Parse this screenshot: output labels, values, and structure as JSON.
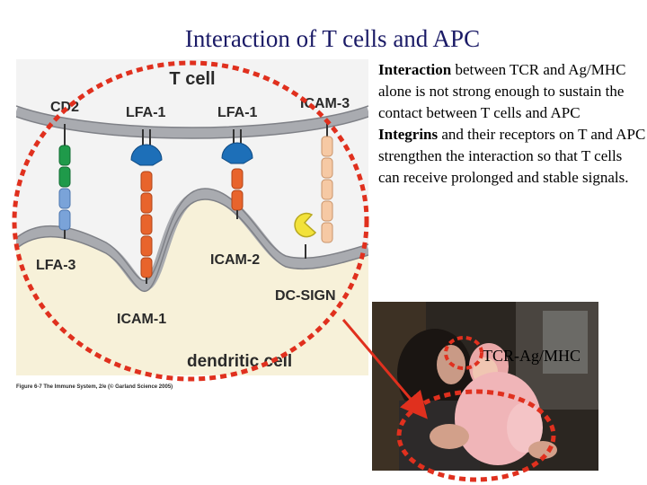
{
  "slide": {
    "title": "Interaction of T cells and APC"
  },
  "figure": {
    "t_cell_label": "T cell",
    "dendritic_label": "dendritic cell",
    "molecules": {
      "cd2": "CD2",
      "lfa1_a": "LFA-1",
      "lfa1_b": "LFA-1",
      "icam3": "ICAM-3",
      "lfa3": "LFA-3",
      "icam2": "ICAM-2",
      "dcsign": "DC-SIGN",
      "icam1": "ICAM-1"
    },
    "caption": "Figure 6-7 The Immune System, 2/e (© Garland Science 2005)"
  },
  "description": {
    "p1_bold": "Interaction",
    "p1_rest": " between TCR and Ag/MHC alone is not strong enough to sustain the contact between T cells and APC",
    "p2_bold": "Integrins",
    "p2_rest": " and their receptors on T and APC strengthen the interaction so that T cells can receive prolonged and stable signals."
  },
  "photo": {
    "label": "TCR-Ag/MHC"
  },
  "colors": {
    "title": "#1a1a66",
    "annotation_red": "#e0301e",
    "cd2_segments": [
      "#1f9a4a",
      "#1f9a4a",
      "#7aa3d9",
      "#7aa3d9"
    ],
    "lfa1_head": "#1d6fb8",
    "icam1_orange": "#e8642c",
    "icam3_peach": "#f6c9a4",
    "dcsign_yellow": "#f2e23a",
    "membrane": "#a9abb0",
    "dc_background": "#f7f1d9"
  }
}
